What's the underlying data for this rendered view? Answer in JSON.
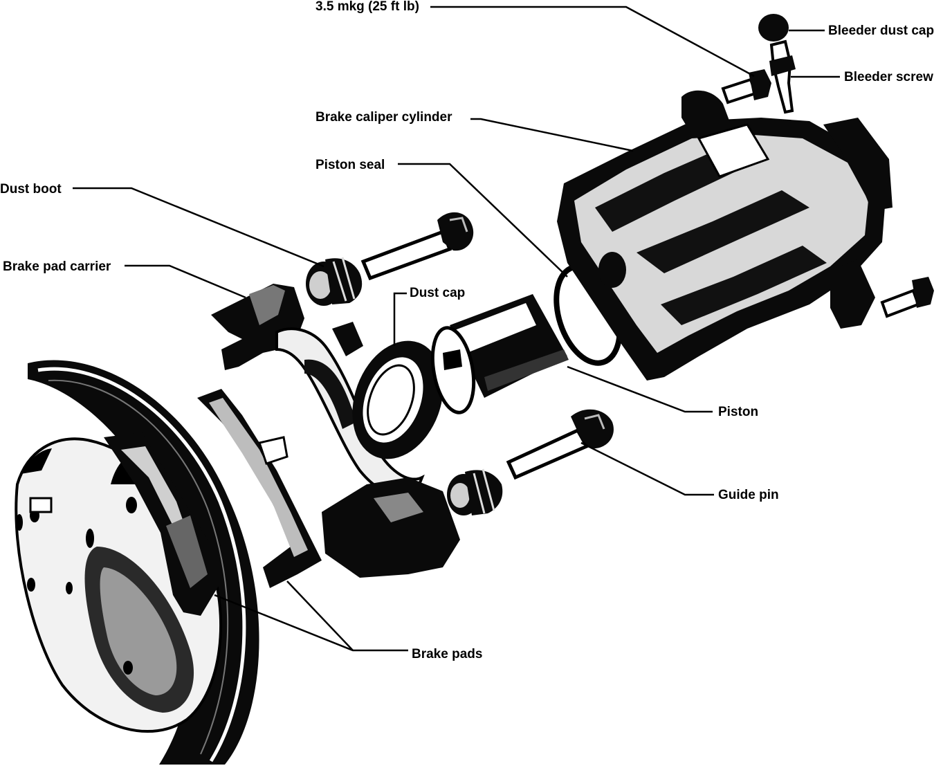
{
  "diagram": {
    "labels": {
      "torque": "3.5 mkg (25 ft lb)",
      "bleeder_dust_cap": "Bleeder dust cap",
      "bleeder_screw": "Bleeder screw",
      "caliper_cylinder": "Brake caliper cylinder",
      "piston_seal": "Piston seal",
      "dust_boot": "Dust boot",
      "pad_carrier": "Brake pad carrier",
      "dust_cap": "Dust cap",
      "piston": "Piston",
      "guide_pin": "Guide pin",
      "brake_pads": "Brake pads"
    }
  }
}
